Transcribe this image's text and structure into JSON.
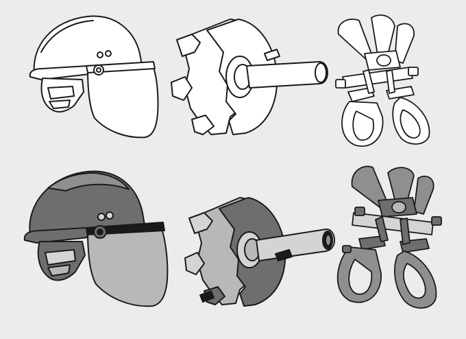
{
  "background": "#ececec",
  "ink": "#1a1a1a",
  "palette": {
    "outline_fill": "#ffffff",
    "dark_gray": "#6e6e6e",
    "mid_gray": "#8f8f8f",
    "light_gray": "#b8b8b8",
    "pale_gray": "#d4d4d4"
  },
  "illustrations": [
    {
      "name": "helmet-with-face-shield",
      "style": "line-art"
    },
    {
      "name": "router-bit",
      "style": "line-art"
    },
    {
      "name": "safety-harness",
      "style": "line-art"
    },
    {
      "name": "helmet-with-face-shield",
      "style": "shaded"
    },
    {
      "name": "router-bit",
      "style": "shaded"
    },
    {
      "name": "safety-harness",
      "style": "shaded"
    }
  ]
}
